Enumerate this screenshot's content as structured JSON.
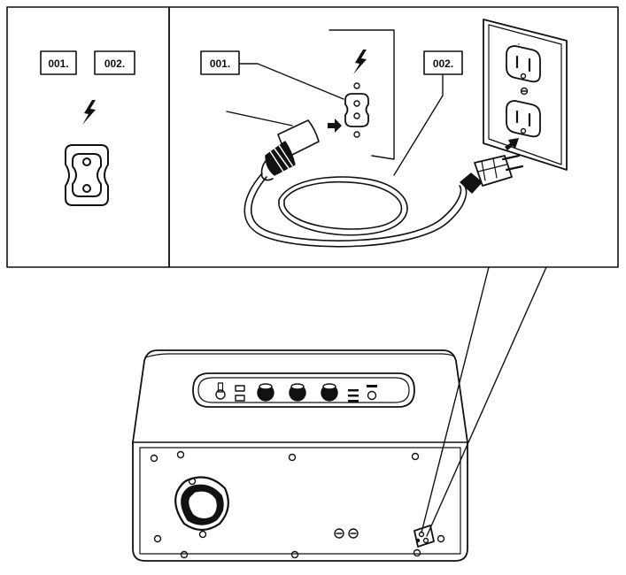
{
  "left_panel": {
    "label_a": "001.",
    "label_b": "002."
  },
  "right_panel": {
    "label_a": "001.",
    "label_b": "002."
  },
  "icons": {
    "power": "lightning-bolt-icon",
    "inlet": "figure-8-ac-inlet-icon",
    "outlet": "wall-outlet-icon"
  },
  "colors": {
    "line": "#111111",
    "background": "#ffffff"
  }
}
